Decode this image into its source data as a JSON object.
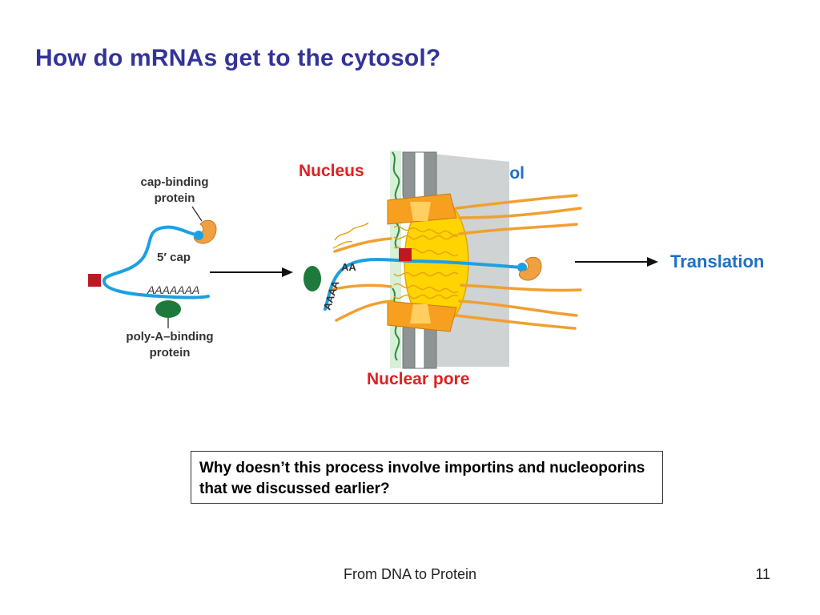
{
  "slide": {
    "title": "How do mRNAs get to the cytosol?",
    "question": "Why doesn’t this process involve importins and nucleoporins that we discussed earlier?",
    "footer": "From DNA to Protein",
    "page_number": "11"
  },
  "diagram": {
    "labels": {
      "cap_binding_line1": "cap-binding",
      "cap_binding_line2": "protein",
      "five_prime_cap": "5′ cap",
      "poly_a_tail": "AAAAAAA",
      "poly_a_binding_line1": "poly-A–binding",
      "poly_a_binding_line2": "protein",
      "nucleus": "Nucleus",
      "cytosol": "Cytosol",
      "nuclear_pore": "Nuclear pore",
      "translation": "Translation",
      "tail_aa": "AA",
      "tail_aaaa": "AAAA"
    },
    "colors": {
      "title": "#333399",
      "mrna": "#1ea0e0",
      "red_label": "#e02020",
      "blue_label": "#1e6fc8",
      "pore_orange": "#f7a020",
      "pore_yellow": "#ffd400",
      "pabp_green": "#1e7a3c",
      "cap_protein": "#f0a040",
      "cytosol_gray": "#cfd3d3"
    }
  }
}
